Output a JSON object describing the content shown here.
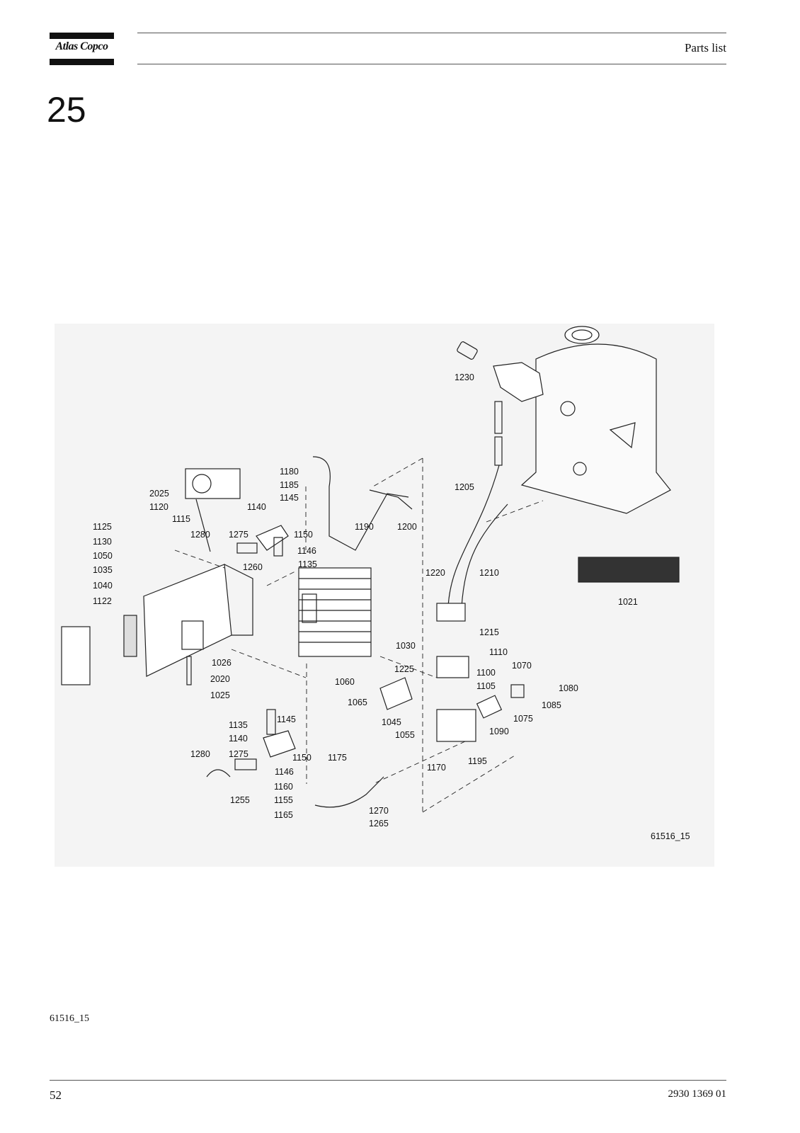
{
  "header": {
    "brand": "Atlas Copco",
    "title": "Parts list"
  },
  "section_number": "25",
  "figure": {
    "reference": "61516_15",
    "part_labels": [
      "1230",
      "1180",
      "1185",
      "1145",
      "2025",
      "1120",
      "1140",
      "1205",
      "1115",
      "1125",
      "1275",
      "1190",
      "1200",
      "1150",
      "1130",
      "1280",
      "1146",
      "1050",
      "1260",
      "1135",
      "1035",
      "1220",
      "1210",
      "1040",
      "1021",
      "1122",
      "1030",
      "1215",
      "1026",
      "1110",
      "1225",
      "1100",
      "1070",
      "2020",
      "1060",
      "1105",
      "1080",
      "1025",
      "1065",
      "1085",
      "1135",
      "1145",
      "1045",
      "1075",
      "1140",
      "1055",
      "1090",
      "1150",
      "1280",
      "1275",
      "1175",
      "1170",
      "1195",
      "1146",
      "1160",
      "1155",
      "1255",
      "1270",
      "1165",
      "1265"
    ]
  },
  "caption": "61516_15",
  "footer": {
    "page_number": "52",
    "document_number": "2930 1369 01"
  }
}
